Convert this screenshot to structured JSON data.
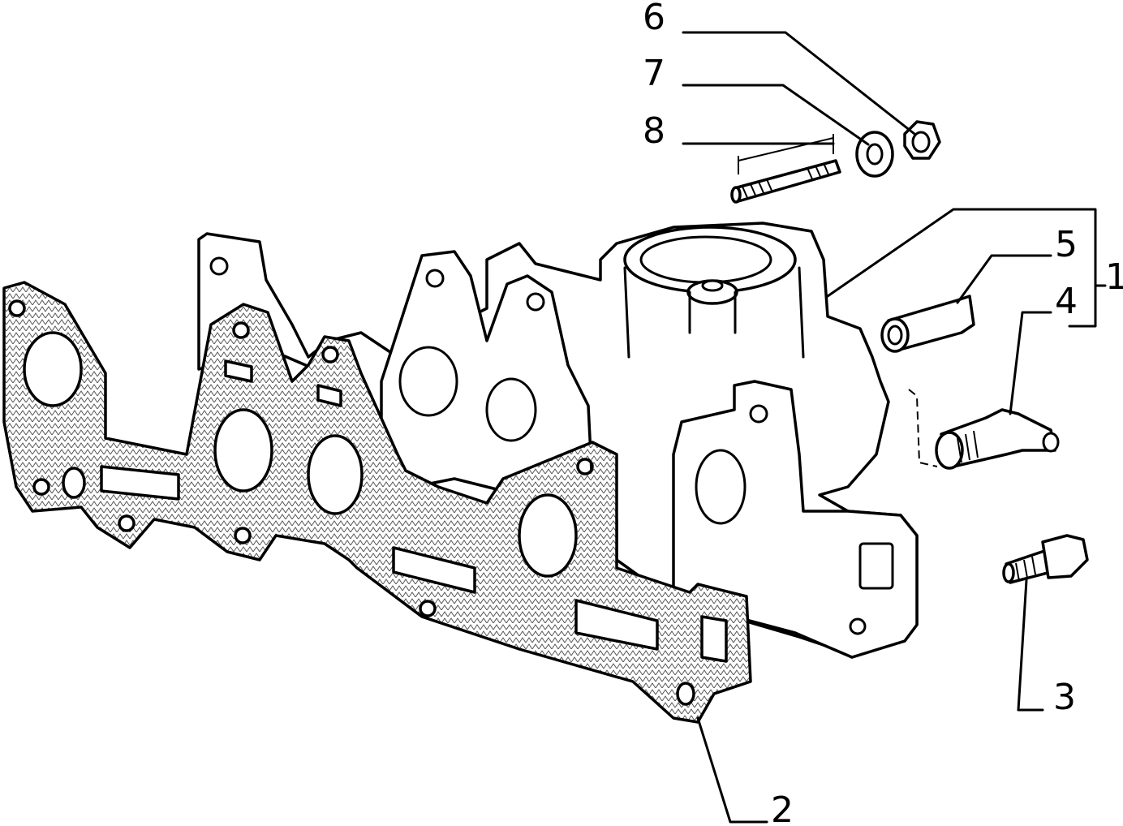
{
  "diagram": {
    "callouts": [
      {
        "id": "6",
        "label": "6"
      },
      {
        "id": "7",
        "label": "7"
      },
      {
        "id": "8",
        "label": "8"
      },
      {
        "id": "5",
        "label": "5"
      },
      {
        "id": "1",
        "label": "1"
      },
      {
        "id": "4",
        "label": "4"
      },
      {
        "id": "3",
        "label": "3"
      },
      {
        "id": "2",
        "label": "2"
      }
    ],
    "colors": {
      "line": "#000000",
      "background": "#ffffff",
      "hatch": "#555555"
    }
  }
}
